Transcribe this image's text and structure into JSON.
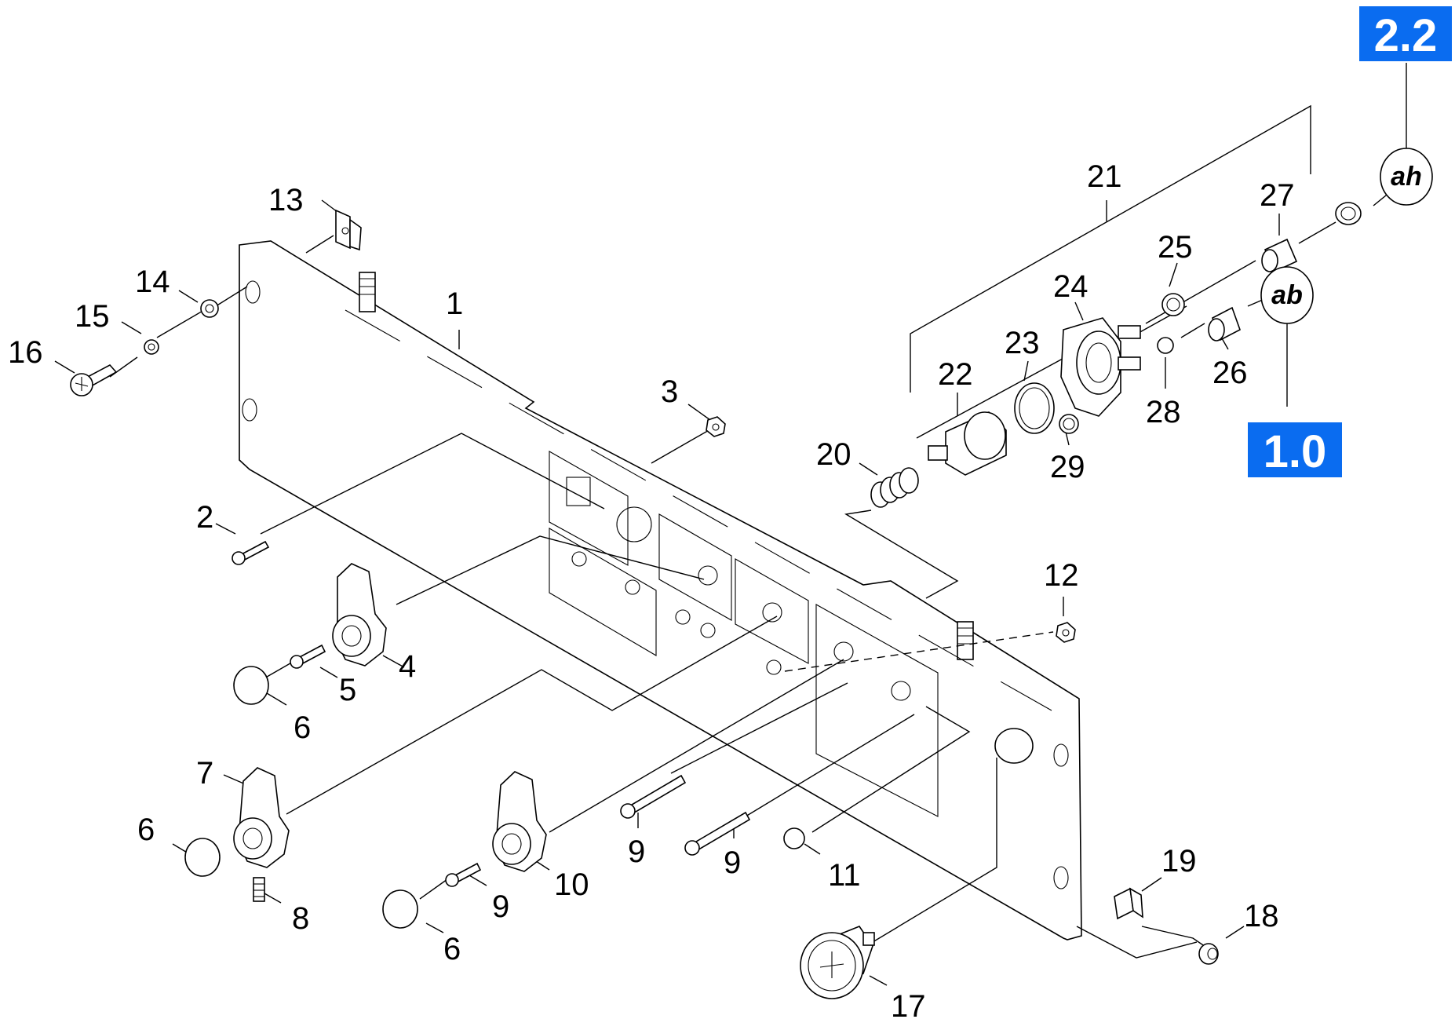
{
  "badges": [
    {
      "id": "badge-2-2",
      "text": "2.2"
    },
    {
      "id": "badge-1-0",
      "text": "1.0"
    }
  ],
  "references": [
    {
      "id": "ref-ah",
      "text": "ah"
    },
    {
      "id": "ref-ab",
      "text": "ab"
    }
  ],
  "callouts": [
    "1",
    "2",
    "3",
    "4",
    "5",
    "6",
    "6",
    "6",
    "7",
    "8",
    "9",
    "9",
    "9",
    "10",
    "11",
    "12",
    "13",
    "14",
    "15",
    "16",
    "17",
    "18",
    "19",
    "20",
    "21",
    "22",
    "23",
    "24",
    "25",
    "26",
    "27",
    "28",
    "29"
  ]
}
